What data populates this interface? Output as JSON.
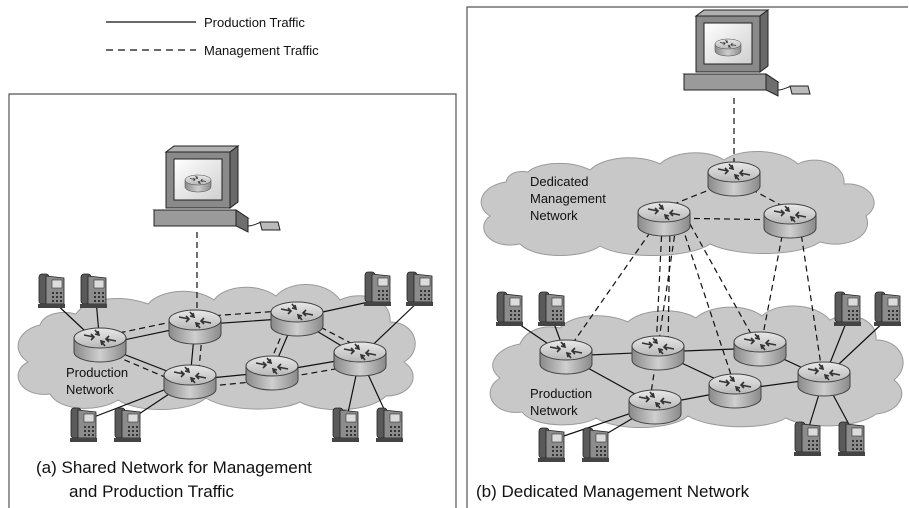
{
  "legend": {
    "production": "Production Traffic",
    "management": "Management Traffic"
  },
  "panel_a": {
    "cloud_label_line1": "Production",
    "cloud_label_line2": "Network",
    "caption_line1": "(a)  Shared Network for Management",
    "caption_line2": "and Production Traffic"
  },
  "panel_b": {
    "mgmt_label_line1": "Dedicated",
    "mgmt_label_line2": "Management",
    "mgmt_label_line3": "Network",
    "cloud_label_line1": "Production",
    "cloud_label_line2": "Network",
    "caption": "(b)  Dedicated Management Network"
  },
  "colors": {
    "cloud": "#c8c8c8",
    "router": "#a9a9a9",
    "frame": "#555555"
  },
  "icons": [
    "management-station-icon",
    "router-icon",
    "ip-phone-icon",
    "cloud-shape"
  ]
}
